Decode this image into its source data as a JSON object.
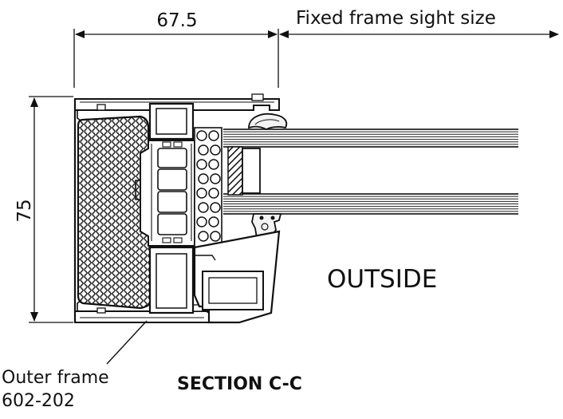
{
  "title": "SECTION C-C",
  "dimensions": {
    "width_value": "67.5",
    "height_value": "75",
    "sight_label": "Fixed frame sight size"
  },
  "labels": {
    "side": "OUTSIDE",
    "frame_name": "Outer frame",
    "frame_code": "602-202"
  }
}
